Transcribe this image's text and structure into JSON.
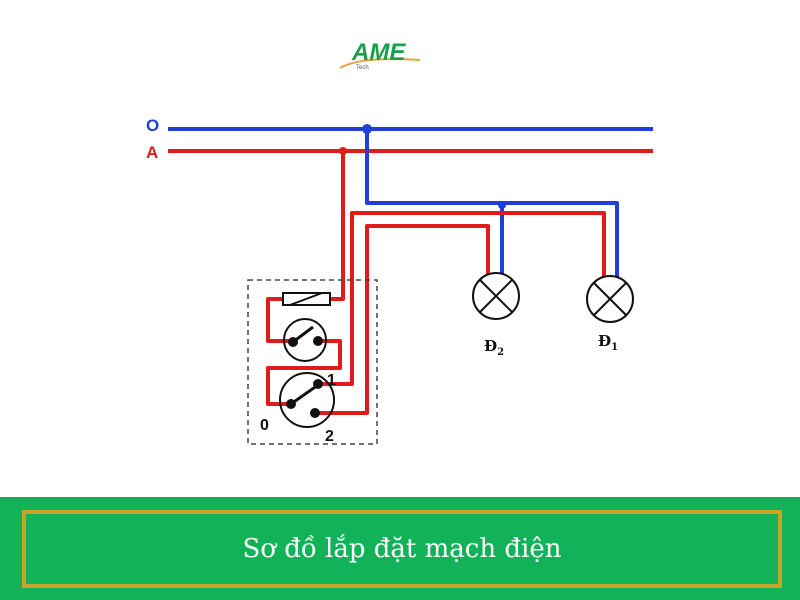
{
  "logo": {
    "text": "AME",
    "subtext": "Tech"
  },
  "diagram": {
    "line_labels": {
      "neutral": "O",
      "phase": "A"
    },
    "terminal_labels": {
      "t0": "0",
      "t1": "1",
      "t2": "2"
    },
    "lamps": [
      {
        "label": "Đ",
        "sub": "2"
      },
      {
        "label": "Đ",
        "sub": "1"
      }
    ],
    "colors": {
      "neutral": "#1f3fd8",
      "phase": "#e01b1b",
      "green": "#12b358",
      "gold": "#c9a227"
    }
  },
  "caption": "Sơ đồ lắp đặt mạch điện"
}
